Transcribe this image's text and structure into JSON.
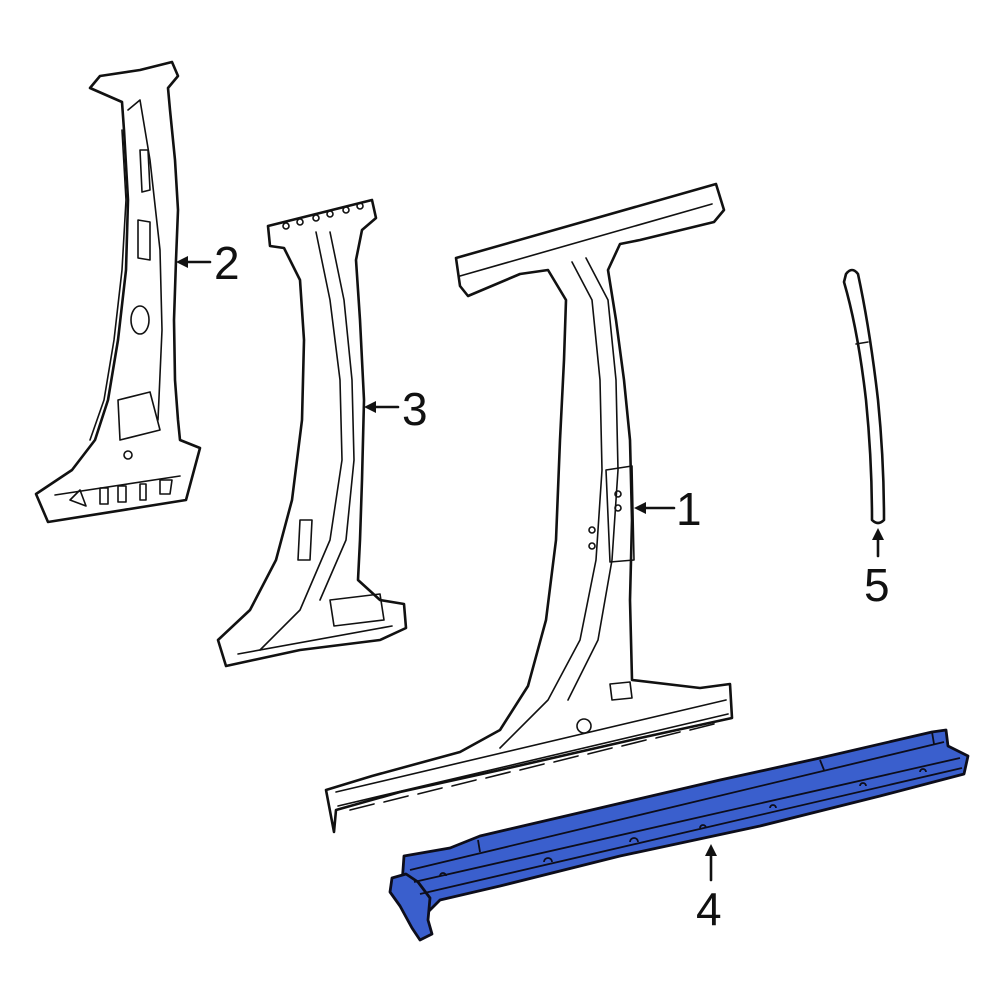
{
  "diagram": {
    "type": "exploded parts diagram",
    "subject": "Vehicle body side pillars and rocker",
    "highlight_color": "#3a5fcd",
    "line_color": "#111111",
    "background": "#ffffff"
  },
  "callouts": [
    {
      "id": "1",
      "label": "1",
      "target": "center-pillar-reinforcement",
      "arrow": "left"
    },
    {
      "id": "2",
      "label": "2",
      "target": "inner-pillar-upper",
      "arrow": "left"
    },
    {
      "id": "3",
      "label": "3",
      "target": "center-pillar-inner",
      "arrow": "left"
    },
    {
      "id": "4",
      "label": "4",
      "target": "rocker-reinforcement",
      "arrow": "up",
      "highlighted": true
    },
    {
      "id": "5",
      "label": "5",
      "target": "pillar-weatherstrip",
      "arrow": "up"
    }
  ]
}
